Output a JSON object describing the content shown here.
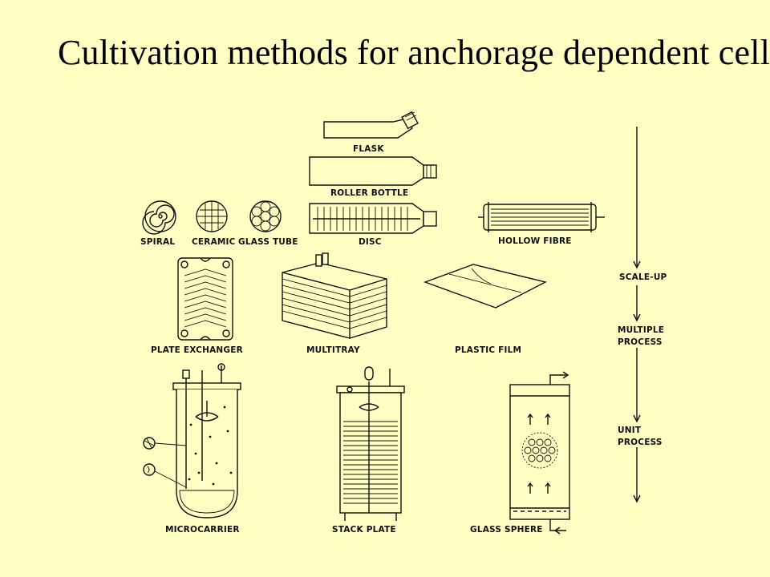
{
  "slide": {
    "title": "Cultivation methods for anchorage dependent cells"
  },
  "labels": {
    "flask": "FLASK",
    "roller_bottle": "ROLLER BOTTLE",
    "spiral": "SPIRAL",
    "ceramic": "CERAMIC",
    "glass_tube": "GLASS TUBE",
    "disc": "DISC",
    "hollow_fibre": "HOLLOW FIBRE",
    "plate_exchanger": "PLATE EXCHANGER",
    "multitray": "MULTITRAY",
    "plastic_film": "PLASTIC FILM",
    "microcarrier": "MICROCARRIER",
    "stack_plate": "STACK PLATE",
    "glass_sphere": "GLASS SPHERE"
  },
  "scale": {
    "scale_up": "SCALE-UP",
    "multiple_1": "MULTIPLE",
    "multiple_2": "PROCESS",
    "unit_1": "UNIT",
    "unit_2": "PROCESS"
  }
}
